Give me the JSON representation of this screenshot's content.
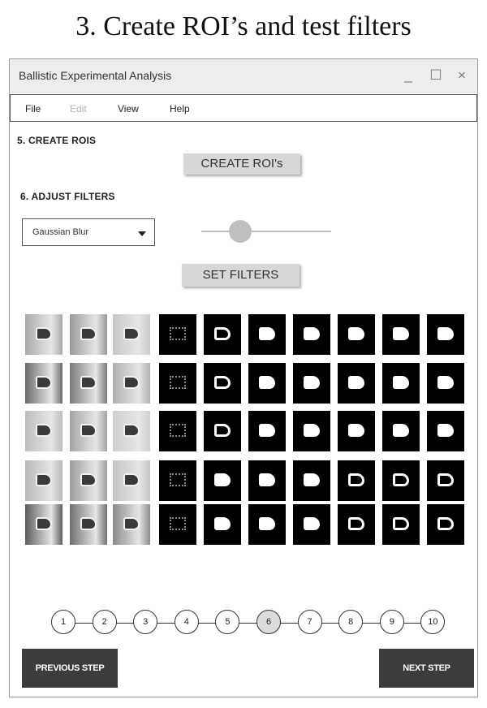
{
  "page_heading": "3. Create ROI’s and test filters",
  "window": {
    "title": "Ballistic Experimental Analysis",
    "controls": {
      "minimize": "_",
      "maximize": "☐",
      "close": "×"
    }
  },
  "menu": {
    "file": "File",
    "edit": "Edit",
    "view": "View",
    "help": "Help"
  },
  "section5": {
    "title": "5. CREATE ROIS",
    "button": "CREATE ROI's"
  },
  "section6": {
    "title": "6. ADJUST FILTERS",
    "filter_select": "Gaussian Blur",
    "slider_level": 0.3,
    "button": "SET FILTERS"
  },
  "stepper": {
    "steps": [
      "1",
      "2",
      "3",
      "4",
      "5",
      "6",
      "7",
      "8",
      "9",
      "10"
    ],
    "current": "6"
  },
  "nav": {
    "previous": "PREVIOUS STEP",
    "next": "NEXT STEP"
  },
  "filter_preview_grid": {
    "rows": 5,
    "columns": 10,
    "column_styles": [
      "grayscale",
      "grayscale",
      "grayscale",
      "edge",
      "threshold",
      "threshold",
      "threshold",
      "threshold",
      "threshold",
      "threshold"
    ]
  }
}
